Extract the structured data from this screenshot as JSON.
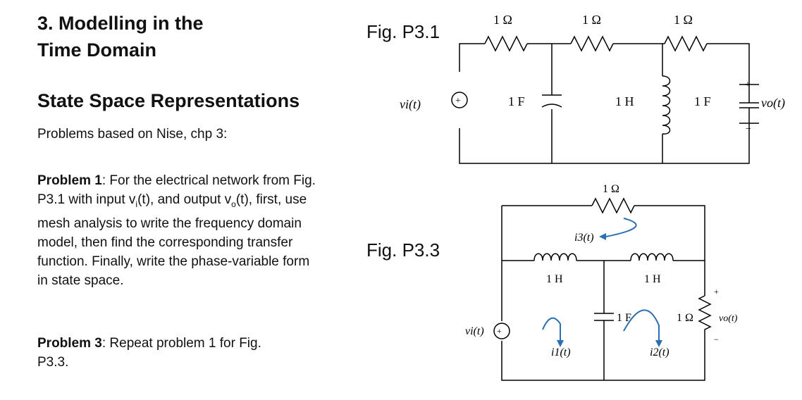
{
  "page": {
    "title_line1": "3. Modelling in the",
    "title_line2": "Time Domain",
    "section_heading": "State Space Representations",
    "subheading": "Problems based on  Nise, chp 3:",
    "problem1": {
      "label": "Problem 1",
      "text_a": ": For the electrical network from Fig. P3.1 with input v",
      "sub_i": "i",
      "text_b": "(t), and output v",
      "sub_o": "o",
      "text_c": "(t), first, use mesh analysis to write the frequency domain model, then find the corresponding transfer function. Finally, write the phase-variable form in state space."
    },
    "problem3": {
      "label": "Problem 3",
      "text": ": Repeat problem 1 for Fig. P3.3."
    }
  },
  "fig31": {
    "label": "Fig. P3.1",
    "r1": "1 Ω",
    "r2": "1 Ω",
    "r3": "1 Ω",
    "c1": "1 F",
    "l1": "1 H",
    "c2": "1 F",
    "vin": "vi(t)",
    "vout": "vo(t)",
    "plus": "+",
    "minus": "−"
  },
  "fig33": {
    "label": "Fig. P3.3",
    "r_top": "1 Ω",
    "l1": "1 H",
    "l2": "1 H",
    "c1": "1 F",
    "r_right": "1 Ω",
    "vin": "vi(t)",
    "vout": "vo(t)",
    "i1": "i1(t)",
    "i2": "i2(t)",
    "i3": "i3(t)",
    "plus": "+",
    "minus": "−"
  }
}
